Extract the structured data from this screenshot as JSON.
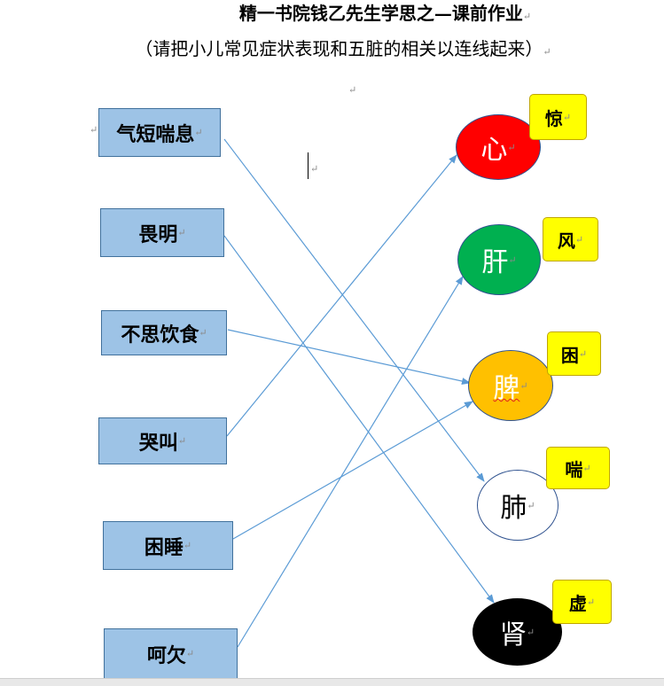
{
  "doc": {
    "title": "精一书院钱乙先生学思之—课前作业",
    "subtitle": "（请把小儿常见症状表现和五脏的相关以连线起来）",
    "paragraph_mark": "↵"
  },
  "symptoms": [
    {
      "id": "s1",
      "label": "气短喘息"
    },
    {
      "id": "s2",
      "label": "畏明"
    },
    {
      "id": "s3",
      "label": "不思饮食"
    },
    {
      "id": "s4",
      "label": "哭叫"
    },
    {
      "id": "s5",
      "label": "困睡"
    },
    {
      "id": "s6",
      "label": "呵欠"
    }
  ],
  "organs": [
    {
      "id": "o1",
      "label": "心",
      "fill": "#ff0000",
      "text_color": "#ffffff",
      "tag": "惊"
    },
    {
      "id": "o2",
      "label": "肝",
      "fill": "#00b050",
      "text_color": "#ffffff",
      "tag": "风"
    },
    {
      "id": "o3",
      "label": "脾",
      "fill": "#ffc000",
      "text_color": "#ffffff",
      "tag": "困"
    },
    {
      "id": "o4",
      "label": "肺",
      "fill": "#ffffff",
      "text_color": "#000000",
      "tag": "喘"
    },
    {
      "id": "o5",
      "label": "肾",
      "fill": "#000000",
      "text_color": "#ffffff",
      "tag": "虚"
    }
  ],
  "connections": [
    {
      "from": "气短喘息",
      "to": "肺"
    },
    {
      "from": "畏明",
      "to": "肾"
    },
    {
      "from": "不思饮食",
      "to": "脾"
    },
    {
      "from": "哭叫",
      "to": "心"
    },
    {
      "from": "困睡",
      "to": "脾"
    },
    {
      "from": "呵欠",
      "to": "肝"
    }
  ],
  "colors": {
    "symptom_box": "#9dc3e6",
    "tag": "#ffff00",
    "line": "#5b9bd5"
  }
}
